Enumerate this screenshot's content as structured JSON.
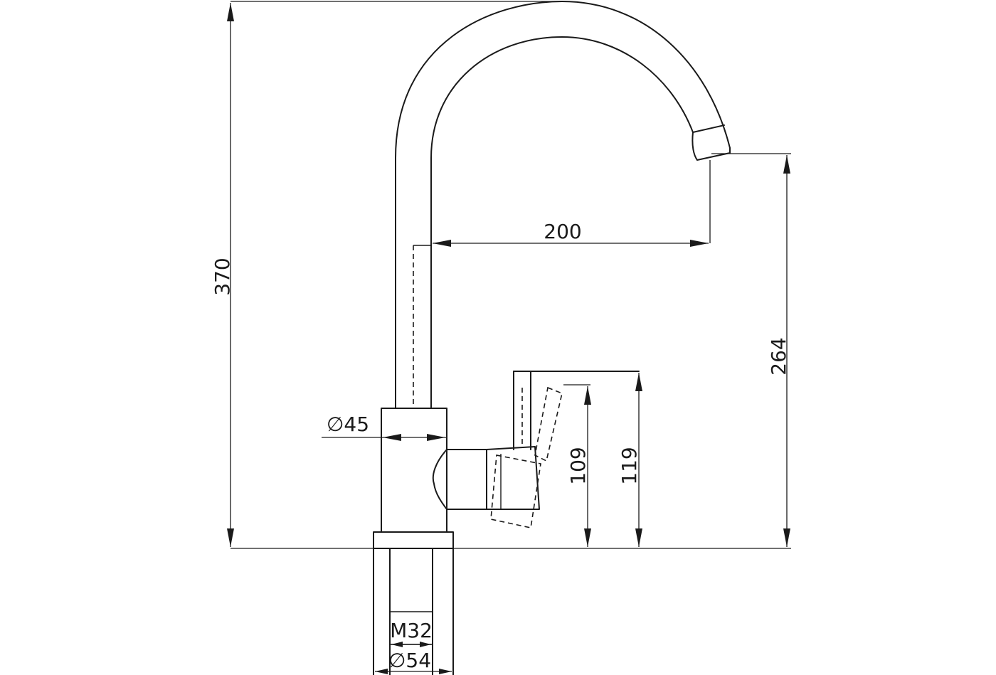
{
  "dimensions": {
    "total_height": "370",
    "spout_reach": "200",
    "spout_height": "264",
    "body_diameter": "∅45",
    "lever_height_rest": "109",
    "lever_height_raised": "119",
    "thread": "M32",
    "base_diameter": "∅54"
  },
  "colors": {
    "line": "#1a1a1a",
    "background": "#ffffff"
  }
}
